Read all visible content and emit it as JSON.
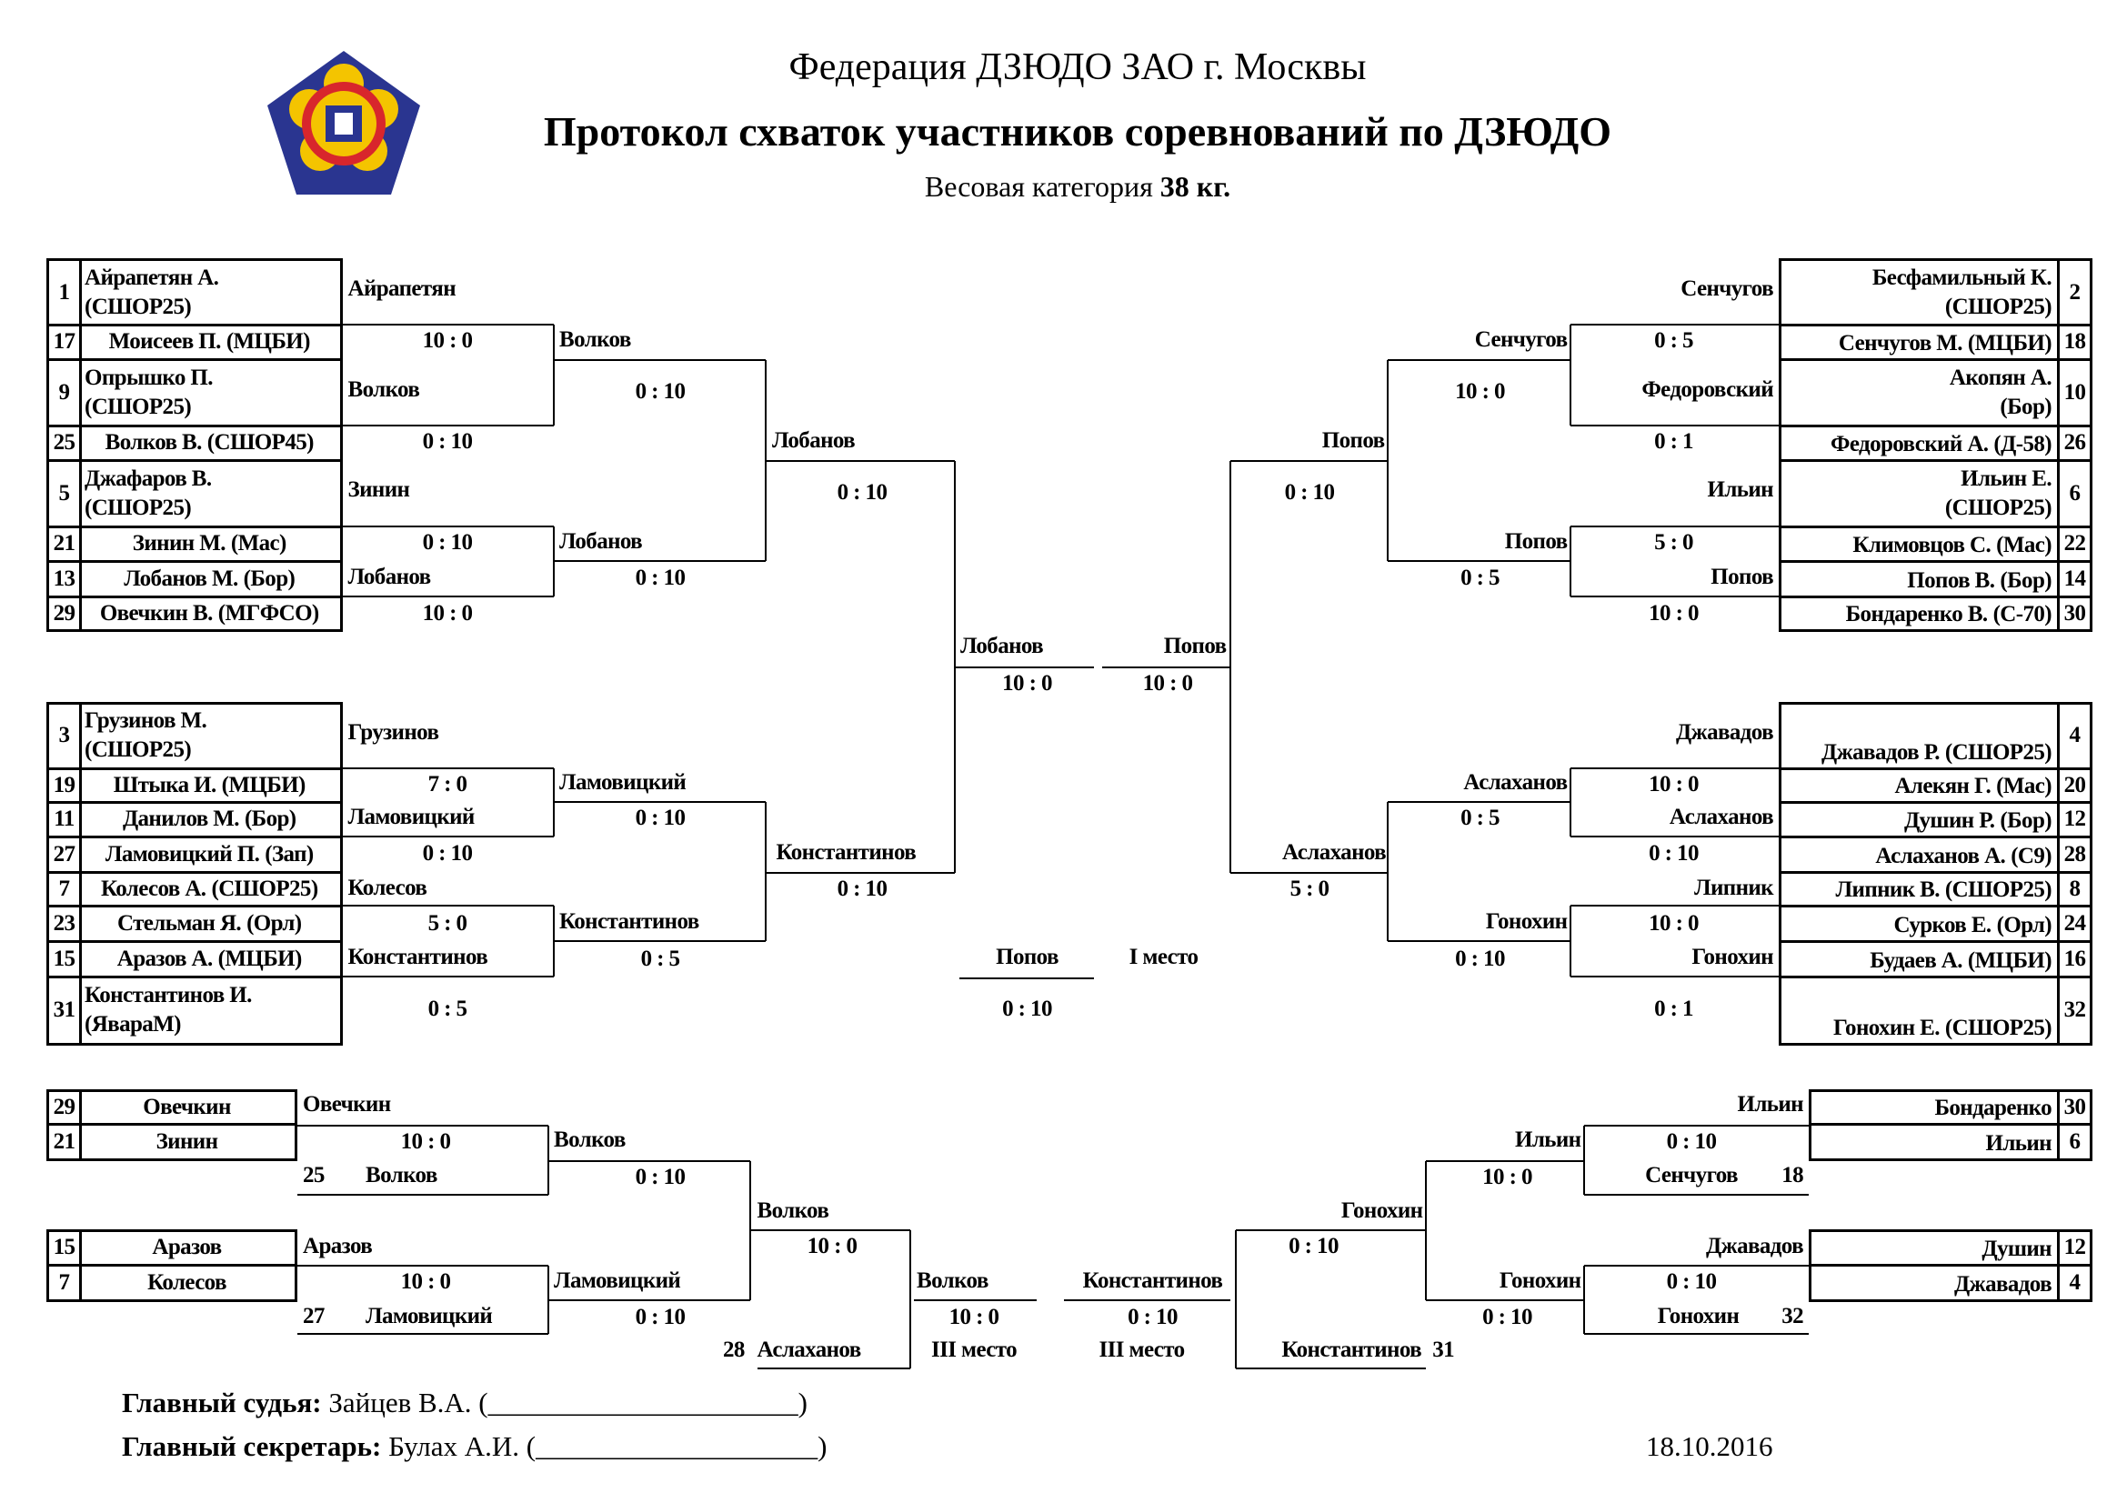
{
  "header": {
    "federation": "Федерация ДЗЮДО ЗАО г. Москвы",
    "title": "Протокол схваток участников соревнований по ДЗЮДО",
    "weight_label": "Весовая категория",
    "weight_value": "38 кг."
  },
  "left_upper_table": [
    {
      "seed": "1",
      "name": "Айрапетян А.",
      "club": "(СШОР25)"
    },
    {
      "seed": "17",
      "name": "Моисеев П.",
      "club": "(МЦБИ)"
    },
    {
      "seed": "9",
      "name": "Опрышко П.",
      "club": "(СШОР25)"
    },
    {
      "seed": "25",
      "name": "Волков В.",
      "club": "(СШОР45)"
    },
    {
      "seed": "5",
      "name": "Джафаров В.",
      "club": "(СШОР25)"
    },
    {
      "seed": "21",
      "name": "Зинин М.",
      "club": "(Мас)"
    },
    {
      "seed": "13",
      "name": "Лобанов М.",
      "club": "(Бор)"
    },
    {
      "seed": "29",
      "name": "Овечкин В.",
      "club": "(МГФСО)"
    }
  ],
  "left_lower_table": [
    {
      "seed": "3",
      "name": "Грузинов М.",
      "club": "(СШОР25)"
    },
    {
      "seed": "19",
      "name": "Штыка И.",
      "club": "(МЦБИ)"
    },
    {
      "seed": "11",
      "name": "Данилов М.",
      "club": "(Бор)"
    },
    {
      "seed": "27",
      "name": "Ламовицкий П.",
      "club": "(Зап)"
    },
    {
      "seed": "7",
      "name": "Колесов А.",
      "club": "(СШОР25)"
    },
    {
      "seed": "23",
      "name": "Стельман Я.",
      "club": "(Орл)"
    },
    {
      "seed": "15",
      "name": "Аразов А.",
      "club": "(МЦБИ)"
    },
    {
      "seed": "31",
      "name": "Константинов И.",
      "club": "(ЯвараМ)"
    }
  ],
  "right_upper_table": [
    {
      "seed": "2",
      "name": "Бесфамильный К.",
      "club": "(СШОР25)"
    },
    {
      "seed": "18",
      "name": "Сенчугов М.",
      "club": "(МЦБИ)"
    },
    {
      "seed": "10",
      "name": "Акопян А.",
      "club": "(Бор)"
    },
    {
      "seed": "26",
      "name": "Федоровский А.",
      "club": "(Д-58)"
    },
    {
      "seed": "6",
      "name": "Ильин Е.",
      "club": "(СШОР25)"
    },
    {
      "seed": "22",
      "name": "Климовцов С.",
      "club": "(Мас)"
    },
    {
      "seed": "14",
      "name": "Попов В.",
      "club": "(Бор)"
    },
    {
      "seed": "30",
      "name": "Бондаренко В.",
      "club": "(С-70)"
    }
  ],
  "right_lower_table": [
    {
      "seed": "4",
      "name": "Джавадов Р.",
      "club": "(СШОР25)"
    },
    {
      "seed": "20",
      "name": "Алекян Г.",
      "club": "(Мас)"
    },
    {
      "seed": "12",
      "name": "Душин Р.",
      "club": "(Бор)"
    },
    {
      "seed": "28",
      "name": "Аслаханов А.",
      "club": "(С9)"
    },
    {
      "seed": "8",
      "name": "Липник В.",
      "club": "(СШОР25)"
    },
    {
      "seed": "24",
      "name": "Сурков Е.",
      "club": "(Орл)"
    },
    {
      "seed": "16",
      "name": "Будаев А.",
      "club": "(МЦБИ)"
    },
    {
      "seed": "32",
      "name": "Гонохин Е.",
      "club": "(СШОР25)"
    }
  ],
  "upper_left": {
    "winners": [
      "Айрапетян",
      "Волков",
      "Зинин",
      "Лобанов",
      "Волков",
      "Лобанов",
      "Лобанов"
    ],
    "scores": [
      "10 : 0",
      "0 : 10",
      "0 : 10",
      "10 : 0",
      "0 : 10",
      "0 : 10",
      "0 : 10"
    ]
  },
  "lower_left": {
    "winners": [
      "Грузинов",
      "Ламовицкий",
      "Колесов",
      "Константинов",
      "Ламовицкий",
      "Константинов",
      "Константинов"
    ],
    "scores": [
      "7 : 0",
      "0 : 10",
      "5 : 0",
      "0 : 5",
      "0 : 10",
      "0 : 5",
      "0 : 10"
    ]
  },
  "upper_right": {
    "winners": [
      "Сенчугов",
      "Федоровский",
      "Ильин",
      "Попов",
      "Сенчугов",
      "Попов",
      "Попов"
    ],
    "scores": [
      "0 : 5",
      "0 : 1",
      "5 : 0",
      "10 : 0",
      "10 : 0",
      "0 : 5",
      "0 : 10"
    ]
  },
  "lower_right": {
    "winners": [
      "Джавадов",
      "Аслаханов",
      "Липник",
      "Гонохин",
      "Аслаханов",
      "Гонохин",
      "Аслаханов"
    ],
    "scores": [
      "10 : 0",
      "0 : 10",
      "10 : 0",
      "0 : 1",
      "0 : 5",
      "0 : 10",
      "5 : 0"
    ]
  },
  "semifinal": {
    "left": {
      "winner": "Лобанов",
      "score": "10 : 0"
    },
    "right": {
      "winner": "Попов",
      "score": "10 : 0"
    }
  },
  "final": {
    "winner": "Попов",
    "score": "0 : 10",
    "place": "I место"
  },
  "repechage_left": {
    "table": [
      {
        "seed": "29",
        "name": "Овечкин"
      },
      {
        "seed": "21",
        "name": "Зинин"
      },
      {
        "seed": "15",
        "name": "Аразов"
      },
      {
        "seed": "7",
        "name": "Колесов"
      }
    ],
    "winners": [
      "Овечкин",
      "Волков",
      "Аразов",
      "Ламовицкий",
      "Волков"
    ],
    "scores": [
      "10 : 0",
      "0 : 10",
      "10 : 0",
      "0 : 10",
      "10 : 0"
    ],
    "entrants": [
      {
        "seed": "25",
        "name": "Волков"
      },
      {
        "seed": "27",
        "name": "Ламовицкий"
      },
      {
        "seed": "28",
        "name": "Аслаханов"
      }
    ]
  },
  "bronze_left": {
    "winner": "Волков",
    "score": "10 : 0",
    "place": "III место"
  },
  "repechage_right": {
    "table": [
      {
        "seed": "30",
        "name": "Бондаренко"
      },
      {
        "seed": "6",
        "name": "Ильин"
      },
      {
        "seed": "12",
        "name": "Душин"
      },
      {
        "seed": "4",
        "name": "Джавадов"
      }
    ],
    "winners": [
      "Ильин",
      "Ильин",
      "Джавадов",
      "Гонохин",
      "Гонохин"
    ],
    "scores": [
      "0 : 10",
      "10 : 0",
      "0 : 10",
      "0 : 10",
      "0 : 10"
    ],
    "entrants": [
      {
        "seed": "18",
        "name": "Сенчугов"
      },
      {
        "seed": "32",
        "name": "Гонохин"
      },
      {
        "seed": "31",
        "name": "Константинов"
      }
    ]
  },
  "bronze_right": {
    "winner": "Константинов",
    "score": "0 : 10",
    "place": "III место"
  },
  "footer": {
    "chief_judge_label": "Главный судья:",
    "chief_judge": "Зайцев В.А. (______________________)",
    "secretary_label": "Главный секретарь:",
    "secretary": "Булах А.И. (____________________)",
    "date": "18.10.2016"
  },
  "colors": {
    "logo_blue": "#2a3590",
    "logo_yellow": "#f4c400",
    "logo_red": "#d8262c"
  }
}
